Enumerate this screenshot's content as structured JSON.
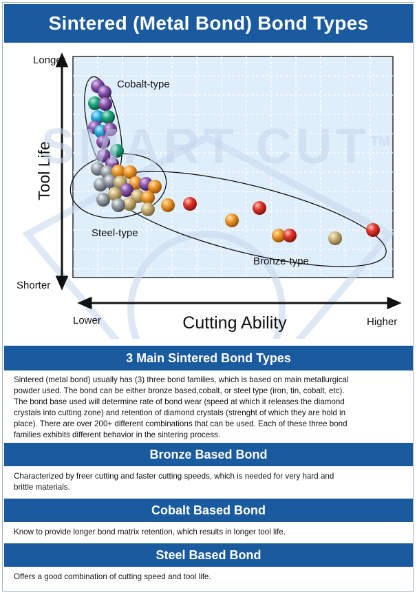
{
  "title": "Sintered (Metal Bond) Bond Types",
  "watermark": "SMART CUT",
  "watermark_tm": "TM",
  "colors": {
    "brand_blue": "#1a5a9e",
    "grid_bg": "#dfeefb",
    "purple": "#7b4b9a",
    "green": "#1e9a73",
    "cyan": "#1aa8d6",
    "gray": "#8f969d",
    "tan": "#c8b27a",
    "orange": "#e9962a",
    "red": "#d9332a"
  },
  "chart": {
    "y_axis_title": "Tool Life",
    "y_top_label": "Longer",
    "y_bottom_label": "Shorter",
    "x_axis_title": "Cutting Ability",
    "x_left_label": "Lower",
    "x_right_label": "Higher",
    "group_labels": {
      "cobalt": "Cobalt-type",
      "steel": "Steel-type",
      "bronze": "Bronze-type"
    }
  },
  "sections": [
    {
      "heading": "3 Main Sintered Bond Types",
      "lines": [
        "Sintered (metal bond) usually has (3) three bond families, which is based on main metallurgical",
        "powder used. The bond can be either bronze based,cobalt, or steel type (iron, tin, cobalt, etc).",
        "The bond base used will determine rate of bond wear (speed at which it releases the diamond",
        "crystals into cutting zone) and retention of diamond crystals (strenght of which they are hold in",
        "place). There are over 200+ different combinations that can be used. Each of these three bond",
        "families exhibits different behavior in the sintering process."
      ]
    },
    {
      "heading": "Bronze Based Bond",
      "lines": [
        "Characterized by freer cutting and faster cutting speeds, which is needed for very hard and",
        "brittle materials."
      ]
    },
    {
      "heading": "Cobalt Based Bond",
      "lines": [
        "Know to provide longer bond matrix retention, which results in longer tool life."
      ]
    },
    {
      "heading": "Steel Based Bond",
      "lines": [
        "Offers a good combination of cutting speed and tool life."
      ]
    }
  ]
}
